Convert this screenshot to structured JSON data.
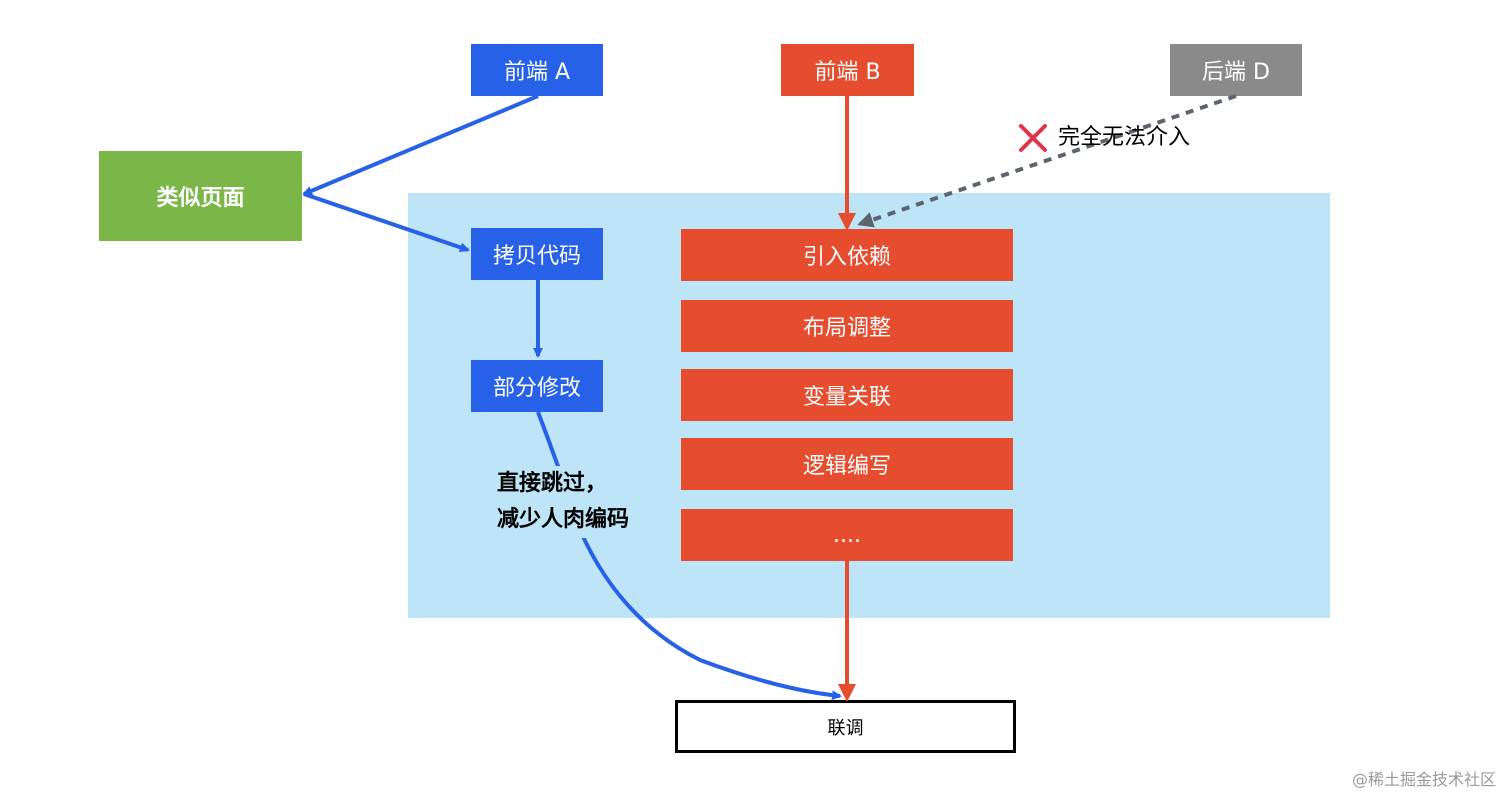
{
  "nodes": {
    "frontend_a": "前端 A",
    "frontend_b": "前端 B",
    "backend_d": "后端 D",
    "similar_page": "类似页面",
    "copy_code": "拷贝代码",
    "partial_modify": "部分修改",
    "steps": [
      "引入依赖",
      "布局调整",
      "变量关联",
      "逻辑编写",
      "...."
    ],
    "joint_debug": "联调"
  },
  "annotations": {
    "cannot_intervene": "完全无法介入",
    "skip_line1": "直接跳过，",
    "skip_line2": "减少人肉编码"
  },
  "watermark": "@稀土掘金技术社区",
  "colors": {
    "blue": "#2661e8",
    "red": "#e54d2e",
    "gray": "#8a8a8a",
    "green": "#7ab648",
    "region": "#bde4f7",
    "cross": "#e0344a"
  }
}
